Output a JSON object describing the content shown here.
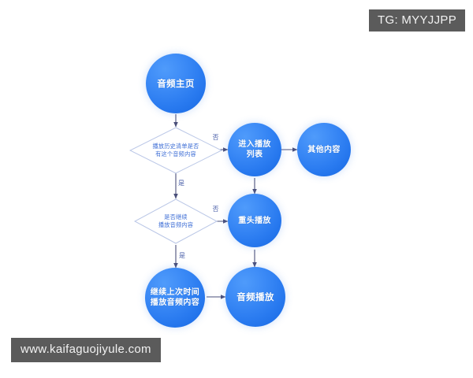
{
  "overlays": {
    "tg_badge": "TG: MYYJJPP",
    "watermark": "www.kaifaguojiyule.com"
  },
  "colors": {
    "node_blue_light": "#4f9bfb",
    "node_blue_dark": "#1667e2",
    "diamond_stroke": "#b9c6e6",
    "diamond_text": "#3f6fd6",
    "arrow": "#4a4f7a",
    "badge_bg": "#5b5b5b",
    "canvas_bg": "#ffffff"
  },
  "flowchart": {
    "title": "",
    "nodes": [
      {
        "id": "start",
        "type": "circle",
        "label": "音频主页"
      },
      {
        "id": "check_history",
        "type": "diamond",
        "label": "播放历史清单是否\n有这个音频内容"
      },
      {
        "id": "playlist",
        "type": "circle",
        "label": "进入播放\n列表"
      },
      {
        "id": "other",
        "type": "circle",
        "label": "其他内容"
      },
      {
        "id": "check_resume",
        "type": "diamond",
        "label": "是否继续\n播放音频内容"
      },
      {
        "id": "restart",
        "type": "circle",
        "label": "重头播放"
      },
      {
        "id": "resume",
        "type": "circle",
        "label": "继续上次时间\n播放音频内容"
      },
      {
        "id": "playing",
        "type": "circle",
        "label": "音频播放"
      }
    ],
    "edges": [
      {
        "from": "start",
        "to": "check_history",
        "label": ""
      },
      {
        "from": "check_history",
        "to": "playlist",
        "label": "否"
      },
      {
        "from": "playlist",
        "to": "other",
        "label": ""
      },
      {
        "from": "check_history",
        "to": "check_resume",
        "label": "是"
      },
      {
        "from": "playlist",
        "to": "restart",
        "label": ""
      },
      {
        "from": "check_resume",
        "to": "restart",
        "label": "否"
      },
      {
        "from": "check_resume",
        "to": "resume",
        "label": "是"
      },
      {
        "from": "restart",
        "to": "playing",
        "label": ""
      },
      {
        "from": "resume",
        "to": "playing",
        "label": ""
      }
    ],
    "edge_labels": {
      "no_1": "否",
      "yes_1": "是",
      "no_2": "否",
      "yes_2": "是"
    }
  }
}
